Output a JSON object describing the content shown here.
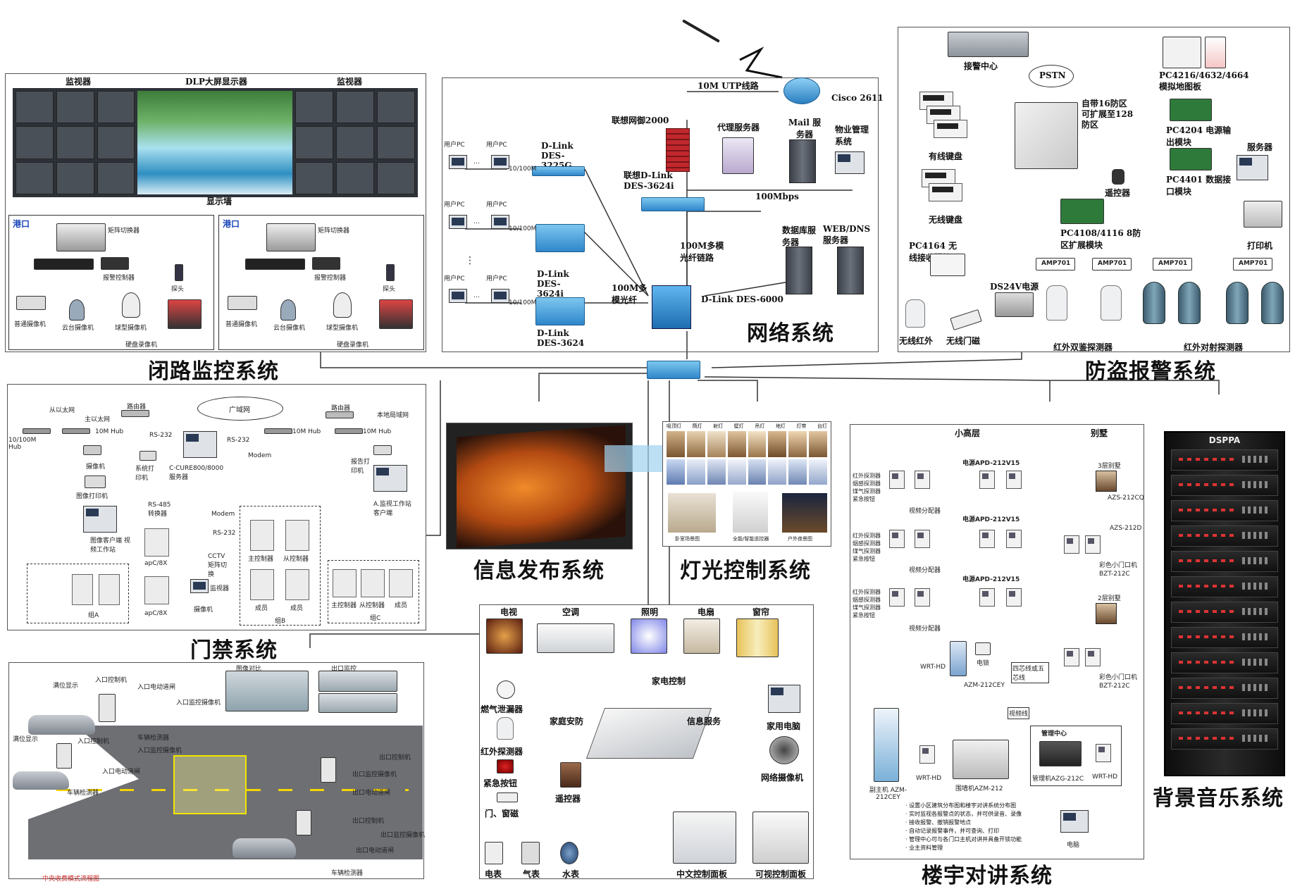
{
  "titles": {
    "cctv": "闭路监控系统",
    "network": "网络系统",
    "alarm": "防盗报警系统",
    "access": "门禁系统",
    "info": "信息发布系统",
    "lighting": "灯光控制系统",
    "music": "背景音乐系统",
    "intercom": "楼宇对讲系统"
  },
  "cctv": {
    "monitor_left": "监视器",
    "dlp": "DLP大屏显示器",
    "monitor_right": "监视器",
    "wall": "显示墙",
    "port": "港口",
    "matrix": "矩阵切换器",
    "alarm_ctrl": "报警控制器",
    "probe": "探头",
    "cam1": "普通摄像机",
    "cam2": "云台摄像机",
    "cam3": "球型摄像机",
    "dvr": "硬盘录像机"
  },
  "network": {
    "utp": "10M UTP线路",
    "cisco": "Cisco 2611",
    "firewall": "联想网御2000",
    "proxy": "代理服务器",
    "mail": "Mail 服务器",
    "property": "物业管理系统",
    "user_pc": "用户PC",
    "dlink_3225g": "D-Link DES-3225G",
    "lenovo_dlink": "联想D-Link DES-3624i",
    "speed_10_100": "10/100M",
    "speed_100": "100Mbps",
    "fiber1": "100M多模光纤链路",
    "fiber2": "100M多模光纤",
    "db": "数据库服务器",
    "webdns": "WEB/DNS 服务器",
    "dlink_3624i": "D-Link DES-3624i",
    "dlink_3624": "D-Link DES-3624",
    "dlink_6000": "D-Link DES-6000",
    "ellipsis": "…",
    "vdots": "⋮"
  },
  "alarm": {
    "center": "接警中心",
    "pstn": "PSTN",
    "panel": "自带16防区可扩展至128防区",
    "pc4216": "PC4216/4632/4664 模拟地图板",
    "pc4204": "PC4204 电源输出模块",
    "pc4401": "PC4401 数据接口模块",
    "server": "服务器",
    "printer": "打印机",
    "wired_kp": "有线键盘",
    "wireless_kp": "无线键盘",
    "remote": "遥控器",
    "pc4108": "PC4108/4116 8防区扩展模块",
    "pc4164": "PC4164 无线接收模块",
    "amp": "AMP701",
    "ds24v": "DS24V电源",
    "ir_wireless": "无线红外",
    "door_wireless": "无线门磁",
    "dual": "红外双鉴探测器",
    "beam": "红外对射探测器"
  },
  "access": {
    "wan": "广域网",
    "router": "路由器",
    "lan_out": "从以太网",
    "lan_in": "主以太网",
    "local_lan": "本地局域网",
    "hub10": "10M Hub",
    "hub100": "10/100M Hub",
    "rs232": "RS-232",
    "rs485": "RS-485 转换器",
    "camera": "摄像机",
    "img_printer": "图像打印机",
    "sys_printer": "系统打印机",
    "server": "C·CURE800/8000服务器",
    "img_client": "图像客户端 视频工作站",
    "report_printer": "报告打印机",
    "monitor_ws": "A.监视工作站 客户端",
    "modem": "Modem",
    "apc": "apC/8X",
    "cctv_switch": "CCTV 矩阵切换",
    "monitor": "监视器",
    "master": "主控制器",
    "slave": "从控制器",
    "member": "成员",
    "groupA": "组A",
    "groupB": "组B",
    "groupC": "组C"
  },
  "parking": {
    "display": "满位显示",
    "entry_ctrl": "入口控制机",
    "entry_barrier": "入口电动道闸",
    "entry_cam": "入口监控摄像机",
    "car_detector": "车辆检测器",
    "exit_ctrl": "出口控制机",
    "exit_barrier": "出口电动道闸",
    "exit_cam": "出口监控摄像机",
    "compare": "图像对比",
    "monitor_pic": "出口监控",
    "center": "中央收费模式流程图"
  },
  "lighting": {
    "items": [
      "吸顶灯",
      "筒灯",
      "射灯",
      "壁灯",
      "吊灯",
      "地灯",
      "灯带",
      "台灯"
    ],
    "room1": "卧室场景图",
    "room2": "全能/智能遥控器",
    "room3": "户外夜景图"
  },
  "home": {
    "tv": "电视",
    "ac": "空调",
    "light": "照明",
    "fan": "电扇",
    "curtain": "窗帘",
    "appliance": "家电控制",
    "gas": "燃气泄漏器",
    "security": "家庭安防",
    "info": "信息服务",
    "pc": "家用电脑",
    "ir": "红外探测器",
    "panic": "紧急按钮",
    "door": "门、窗磁",
    "remote": "遥控器",
    "netcam": "网络摄像机",
    "elec": "电表",
    "gasm": "气表",
    "water": "水表",
    "cn_panel": "中文控制面板",
    "video_panel": "可视控制面板"
  },
  "intercom": {
    "tower": "小高层",
    "villa": "别墅",
    "power": "电源APD-212V15",
    "dist": "视频分配器",
    "detectors": "红外探测器 烟感探测器 煤气探测器 紧急按钮",
    "villa3": "3层别墅",
    "villa2": "2层别墅",
    "azs212cq": "AZS-212CQ",
    "azs212d": "AZS-212D",
    "bzt212c": "BZT-212C",
    "color_out": "彩色小门口机",
    "wrt": "WRT-HD",
    "lock": "电锁",
    "cable4": "四芯线或五芯线",
    "video_line": "视频线",
    "azm212cey": "AZM-212CEY",
    "main_door": "副主机 AZM-212CEY",
    "wall_unit": "围墙机AZM-212",
    "center": "管理中心",
    "azg": "管理机AZG-212C",
    "computer": "电脑",
    "notes": [
      "· 设置小区建筑分布图和楼宇对讲系统分布图",
      "· 实时监视各报警点的状态，并可供录音、录像",
      "· 接收报警、撤销报警地点",
      "· 自动记录报警事件，并可查询、打印",
      "· 管理中心可与各门口主机对讲并具备开锁功能",
      "· 业主资料管理"
    ]
  },
  "music": {
    "brand": "DSPPA"
  }
}
